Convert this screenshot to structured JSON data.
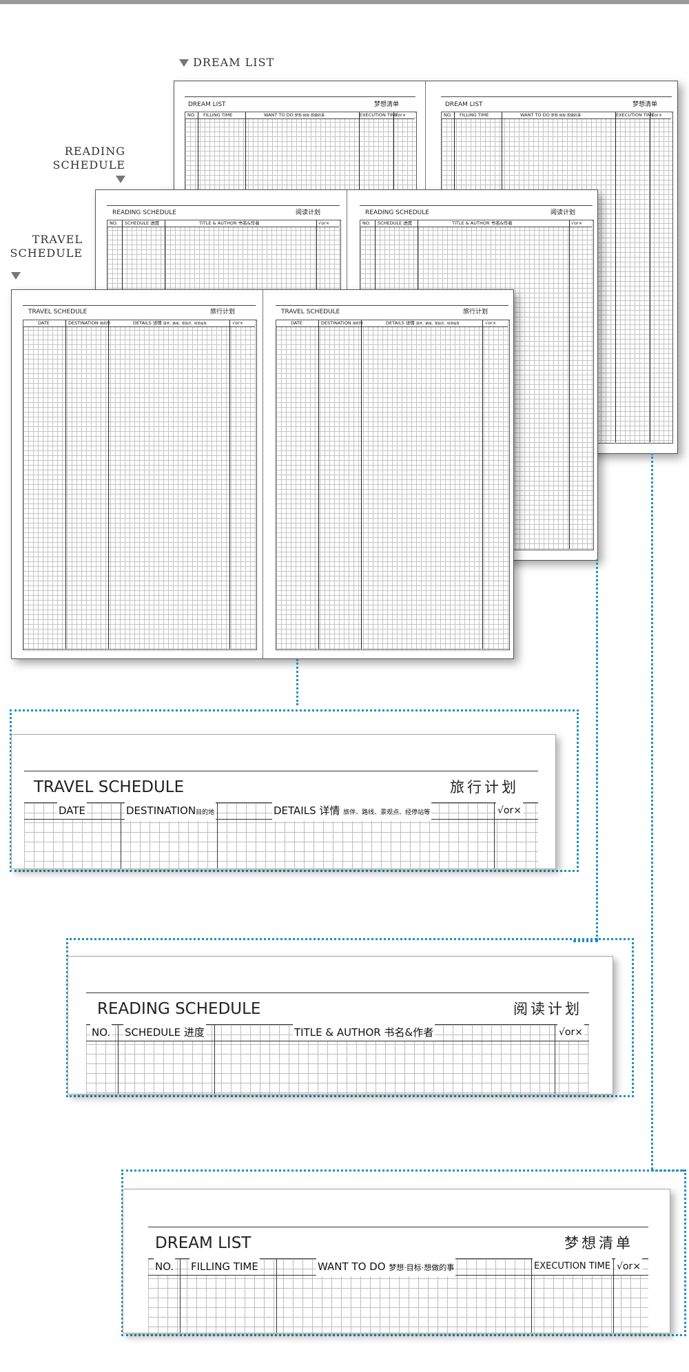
{
  "captions": {
    "dream": "DREAM LIST",
    "reading_line1": "READING",
    "reading_line2": "SCHEDULE",
    "travel_line1": "TRAVEL",
    "travel_line2": "SCHEDULE"
  },
  "dream": {
    "title": "DREAM LIST",
    "title_cn": "梦想清单",
    "col_no": "NO.",
    "col_filling": "FILLING TIME",
    "col_want": "WANT TO DO",
    "col_want_cn": "梦想·目标·想做的事",
    "col_exec": "EXECUTION TIME",
    "col_check": "√or×"
  },
  "reading": {
    "title": "READING SCHEDULE",
    "title_cn": "阅读计划",
    "col_no": "NO.",
    "col_schedule": "SCHEDULE",
    "col_schedule_cn": "进度",
    "col_title": "TITLE & AUTHOR",
    "col_title_cn": "书名&作者",
    "col_check": "√or×"
  },
  "travel": {
    "title": "TRAVEL SCHEDULE",
    "title_cn": "旅行计划",
    "col_date": "DATE",
    "col_destination": "DESTINATION",
    "col_destination_cn": "目的地",
    "col_details": "DETAILS",
    "col_details_cn": "详情",
    "col_details_sub": "旅伴、路线、景观点、经停站等",
    "col_check": "√or×"
  },
  "colors": {
    "dotted_accent": "#1e8fc0",
    "grid": "#c4c4c4",
    "ink": "#222222"
  }
}
